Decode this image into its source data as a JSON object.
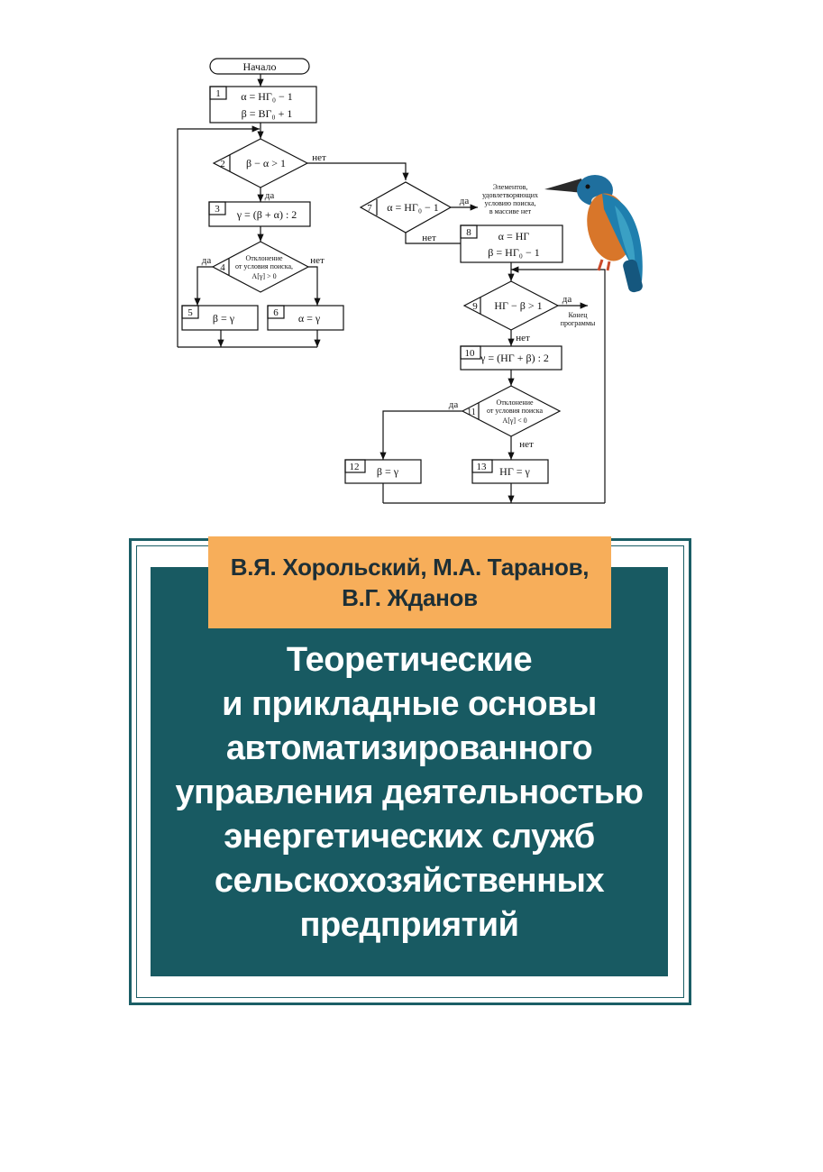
{
  "flowchart": {
    "start": "Начало",
    "b1_num": "1",
    "b1_l1": "α = НГ₀ − 1",
    "b1_l2": "β = ВГ₀ + 1",
    "d2_num": "2",
    "d2_text": "β − α > 1",
    "d2_no": "нет",
    "d2_yes": "да",
    "b3_num": "3",
    "b3_text": "γ = (β + α) : 2",
    "d4_num": "4",
    "d4_l1": "Отклонение",
    "d4_l2": "от условия поиска,",
    "d4_l3": "A[γ] > 0",
    "d4_yes": "да",
    "d4_no": "нет",
    "b5_num": "5",
    "b5_text": "β = γ",
    "b6_num": "6",
    "b6_text": "α = γ",
    "d7_num": "7",
    "d7_text": "α = НГ₀ − 1",
    "d7_yes": "да",
    "d7_no": "нет",
    "note_l1": "Элементов,",
    "note_l2": "удовлетворяющих",
    "note_l3": "условию поиска,",
    "note_l4": "в массиве нет",
    "b8_num": "8",
    "b8_l1": "α = НГ",
    "b8_l2": "β = НГ₀ − 1",
    "d9_num": "9",
    "d9_text": "НГ − β > 1",
    "d9_yes": "да",
    "d9_no": "нет",
    "end_l1": "Конец",
    "end_l2": "программы",
    "b10_num": "10",
    "b10_text": "γ = (НГ + β) : 2",
    "d11_num": "11",
    "d11_l1": "Отклонение",
    "d11_l2": "от условия поиска",
    "d11_l3": "A[γ] < 0",
    "d11_yes": "да",
    "d11_no": "нет",
    "b12_num": "12",
    "b12_text": "β = γ",
    "b13_num": "13",
    "b13_text": "НГ = γ"
  },
  "cover": {
    "authors_line1": "В.Я. Хорольский, М.А. Таранов,",
    "authors_line2": "В.Г. Жданов",
    "title_lines": [
      "Теоретические",
      "и прикладные основы",
      "автоматизированного",
      "управления деятельностью",
      "энергетических служб",
      "сельскохозяйственных",
      "предприятий"
    ]
  },
  "colors": {
    "panel": "#185a62",
    "authors_bg": "#f7ae5a",
    "bird_blue": "#1f7fae",
    "bird_orange": "#d8762a"
  }
}
